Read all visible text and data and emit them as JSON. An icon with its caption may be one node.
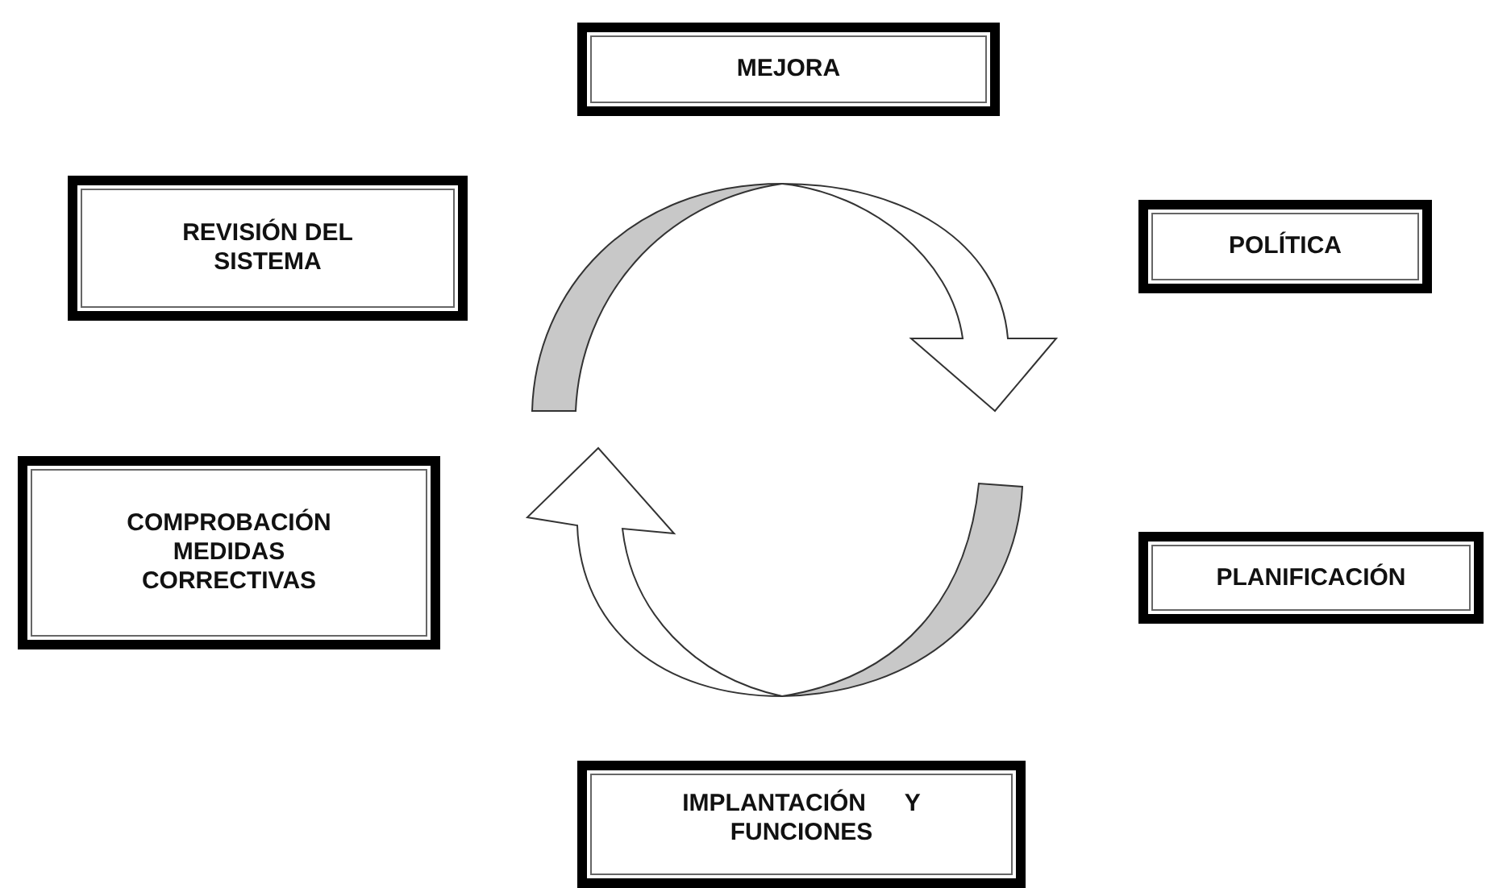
{
  "diagram": {
    "nodes": [
      {
        "text": [
          "MEJORA"
        ]
      },
      {
        "text": [
          "REVISIÓN DEL SISTEMA"
        ]
      },
      {
        "text": [
          "POLÍTICA"
        ]
      },
      {
        "text": [
          "COMPROBACIÓN MEDIDAS CORRECTIVAS"
        ]
      },
      {
        "text": [
          "PLANIFICACIÓN"
        ]
      },
      {
        "text": [
          "IMPLANTACIÓN Y FUNCIONES"
        ]
      }
    ]
  }
}
